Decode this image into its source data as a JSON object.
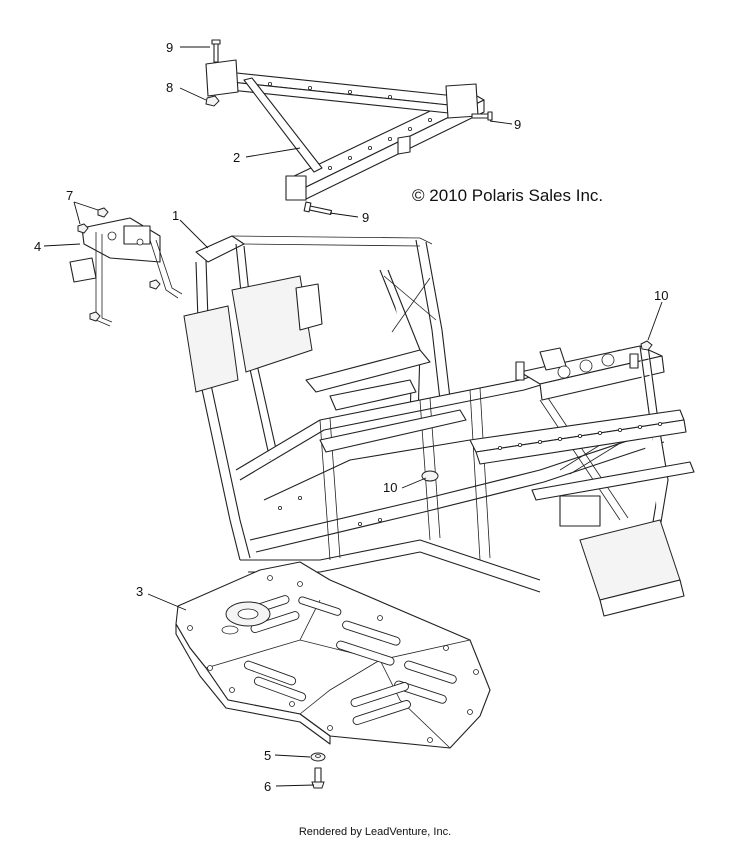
{
  "copyright": "© 2010 Polaris Sales Inc.",
  "footer": "Rendered by LeadVenture, Inc.",
  "watermark": "",
  "callouts": {
    "c1": "1",
    "c2": "2",
    "c3": "3",
    "c4": "4",
    "c5": "5",
    "c6": "6",
    "c7": "7",
    "c8": "8",
    "c9a": "9",
    "c9b": "9",
    "c9c": "9",
    "c10a": "10",
    "c10b": "10"
  }
}
